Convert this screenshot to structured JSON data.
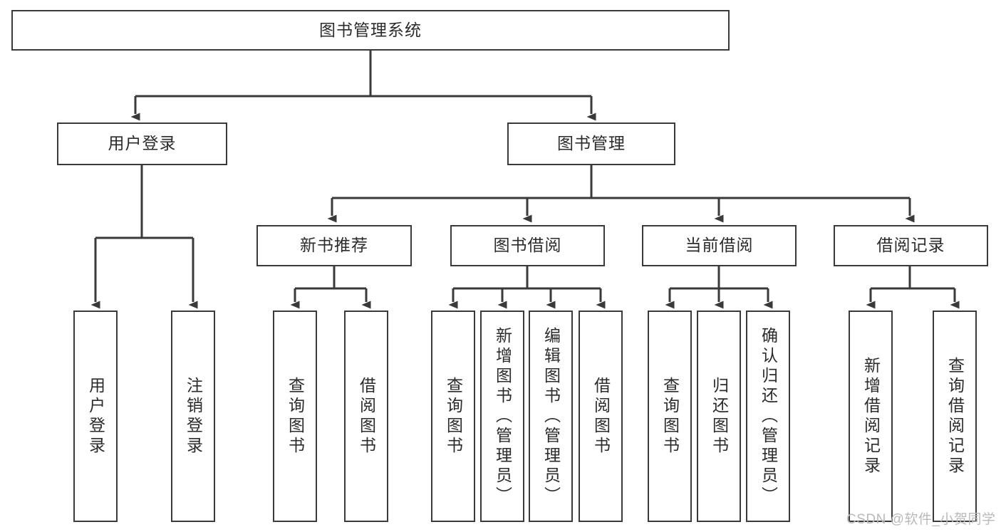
{
  "diagram": {
    "title": "图书管理系统",
    "type": "hierarchy-tree",
    "watermark": "CSDN @软件_小贺同学",
    "colors": {
      "stroke": "#3a3a3a",
      "box_fill": "#ffffff",
      "text": "#2b2b2b",
      "watermark": "#b9b9b9",
      "background": "#ffffff"
    },
    "levels": {
      "root": {
        "label": "图书管理系统"
      },
      "level2": [
        {
          "label": "用户登录"
        },
        {
          "label": "图书管理"
        }
      ],
      "level3": [
        {
          "label": "新书推荐"
        },
        {
          "label": "图书借阅"
        },
        {
          "label": "当前借阅"
        },
        {
          "label": "借阅记录"
        }
      ],
      "leaves": [
        {
          "label": "用户登录",
          "parent": "用户登录"
        },
        {
          "label": "注销登录",
          "parent": "用户登录"
        },
        {
          "label": "查询图书",
          "parent": "新书推荐"
        },
        {
          "label": "借阅图书",
          "parent": "新书推荐"
        },
        {
          "label": "查询图书",
          "parent": "图书借阅"
        },
        {
          "label": "新增图书（管理员）",
          "parent": "图书借阅"
        },
        {
          "label": "编辑图书（管理员）",
          "parent": "图书借阅"
        },
        {
          "label": "借阅图书",
          "parent": "图书借阅"
        },
        {
          "label": "查询图书",
          "parent": "当前借阅"
        },
        {
          "label": "归还图书",
          "parent": "当前借阅"
        },
        {
          "label": "确认归还（管理员）",
          "parent": "当前借阅"
        },
        {
          "label": "新增借阅记录",
          "parent": "借阅记录"
        },
        {
          "label": "查询借阅记录",
          "parent": "借阅记录"
        }
      ]
    }
  }
}
